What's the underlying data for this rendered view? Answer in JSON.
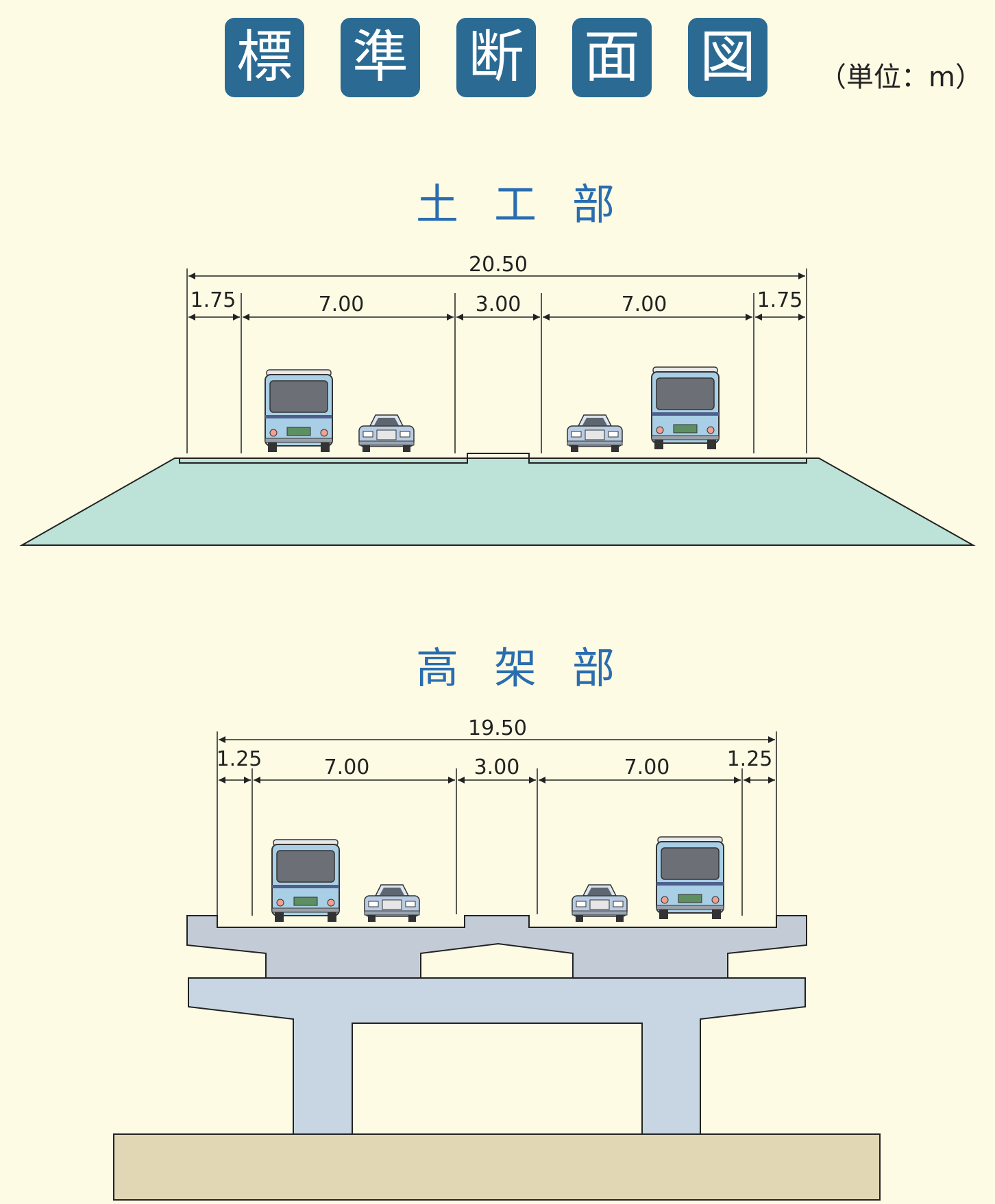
{
  "title_chars": [
    "標",
    "準",
    "断",
    "面",
    "図"
  ],
  "unit_label": "（単位：m）",
  "sections": {
    "embankment": {
      "title": "土工部",
      "total_width": "20.50",
      "shoulder_left": "1.75",
      "lane_left": "7.00",
      "median": "3.00",
      "lane_right": "7.00",
      "shoulder_right": "1.75"
    },
    "viaduct": {
      "title": "高架部",
      "total_width": "19.50",
      "shoulder_left": "1.25",
      "lane_left": "7.00",
      "median": "3.00",
      "lane_right": "7.00",
      "shoulder_right": "1.25"
    }
  },
  "colors": {
    "background": "#fdfbe4",
    "title_box": "#2a6a93",
    "section_title": "#2a6db0",
    "embankment_fill": "#bde2d8",
    "viaduct_deck": "#c3ccd6",
    "viaduct_pier": "#c7d6e2",
    "ground": "#e2d7b4",
    "bus_left": "#a8cfe6",
    "bus_right": "#bfc3ca",
    "car": "#b8cde4"
  },
  "icons": [
    "bus-icon",
    "car-icon"
  ]
}
